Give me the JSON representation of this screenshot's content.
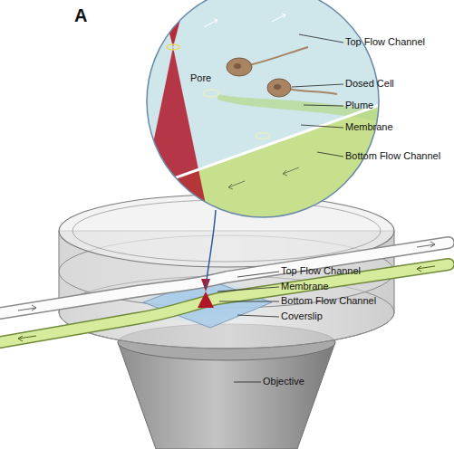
{
  "diagram": {
    "labels": [
      "A",
      "Top Flow Channel",
      "Pore",
      "Dosed Cell",
      "Plume",
      "Membrane",
      "Bottom Flow Channel",
      "Top Flow Channel",
      "Membrane",
      "Bottom Flow Channel",
      "Coverslip",
      "Objective"
    ]
  }
}
